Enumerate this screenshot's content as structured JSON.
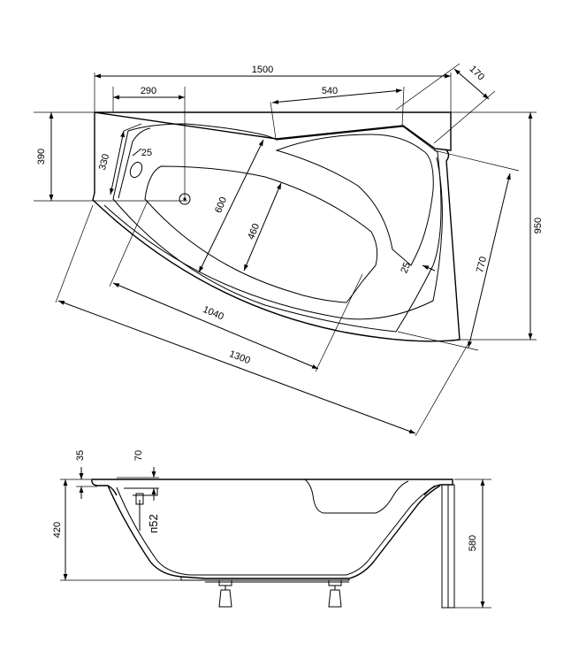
{
  "top_view": {
    "dims": {
      "overall_width": "1500",
      "drain_offset": "290",
      "top_edge_length": "540",
      "corner_width": "170",
      "side_depth": "390",
      "right_height": "950",
      "inner_corner": "330",
      "overflow_offset": "25",
      "bowl_depth": "600",
      "bowl_inner_depth": "460",
      "rim_width": "25",
      "right_side_length": "770",
      "bowl_length": "1040",
      "front_length": "1300"
    }
  },
  "side_view": {
    "dims": {
      "rim_thickness": "35",
      "overflow_height": "70",
      "overflow_diameter": "п52",
      "inner_depth": "420",
      "total_height": "580"
    }
  }
}
